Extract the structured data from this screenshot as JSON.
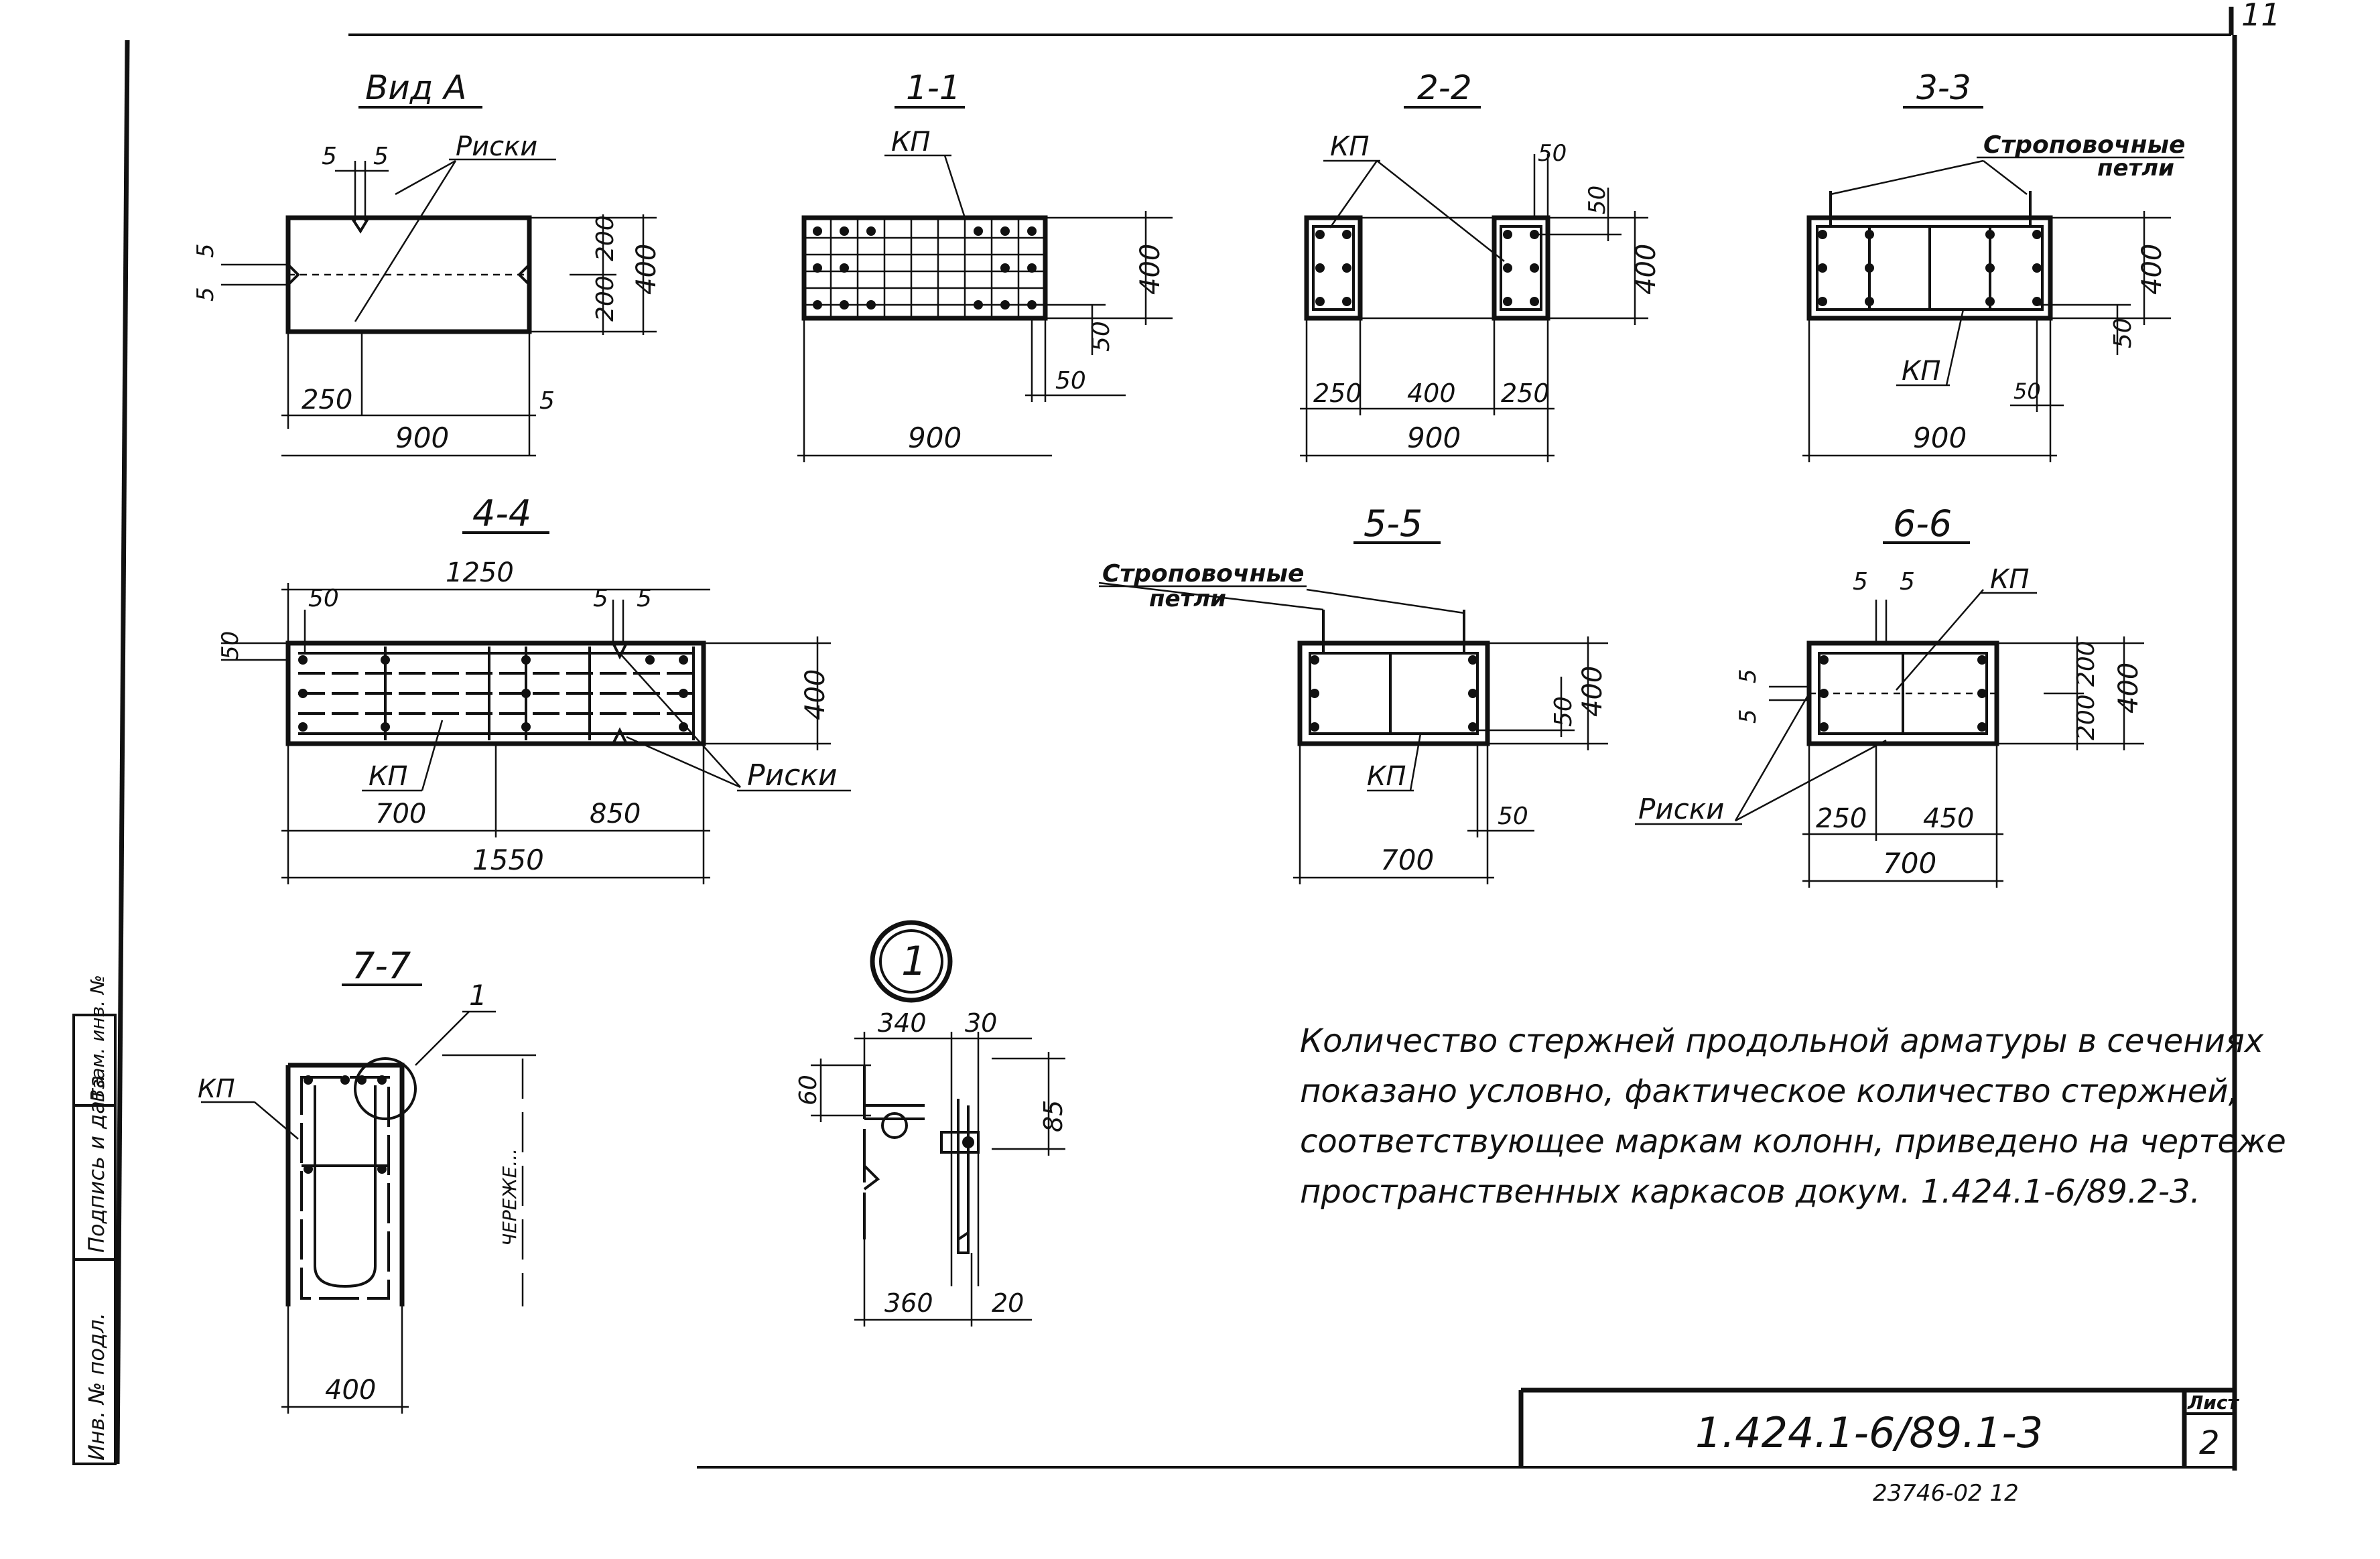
{
  "sheet_corner": "11",
  "sections": {
    "vid_a": {
      "title": "Вид А",
      "riski": "Риски",
      "d5a": "5",
      "d5b": "5",
      "d5c": "5",
      "d5d": "5",
      "d5e": "5",
      "d200a": "200",
      "d200b": "200",
      "d400": "400",
      "d250": "250",
      "d900": "900"
    },
    "s1": {
      "title": "1-1",
      "kp": "КП",
      "d400": "400",
      "d50a": "50",
      "d50b": "50",
      "d900": "900"
    },
    "s2": {
      "title": "2-2",
      "kp": "КП",
      "d50a": "50",
      "d50b": "50",
      "d400v": "400",
      "d250a": "250",
      "d400": "400",
      "d250b": "250",
      "d900": "900"
    },
    "s3": {
      "title": "3-3",
      "loops1": "Строповочные",
      "loops2": "петли",
      "kp": "КП",
      "d400": "400",
      "d50a": "50",
      "d50b": "50",
      "d900": "900"
    },
    "s4": {
      "title": "4-4",
      "d1250": "1250",
      "d50a": "50",
      "d5a": "5",
      "d5b": "5",
      "d50b": "50",
      "d400": "400",
      "kp": "КП",
      "riski": "Риски",
      "d700": "700",
      "d850": "850",
      "d1550": "1550"
    },
    "s5": {
      "title": "5-5",
      "loops1": "Строповочные",
      "loops2": "петли",
      "d400": "400",
      "d50a": "50",
      "kp": "КП",
      "d50b": "50",
      "d700": "700"
    },
    "s6": {
      "title": "6-6",
      "d5a": "5",
      "d5b": "5",
      "kp": "КП",
      "d5c": "5",
      "d5d": "5",
      "d200a": "200",
      "d200b": "200",
      "d400": "400",
      "riski": "Риски",
      "d250": "250",
      "d450": "450",
      "d700": "700"
    },
    "s7": {
      "title": "7-7",
      "callout": "1",
      "kp": "КП",
      "d400": "400",
      "faded": "ЧЕРЕЖЕ..."
    },
    "node1": {
      "label": "1",
      "d340": "340",
      "d30": "30",
      "d60": "60",
      "d85": "85",
      "d360": "360",
      "d20": "20"
    }
  },
  "note": [
    "Количество стержней продольной арматуры в сечениях",
    "показано условно, фактическое количество стержней,",
    "соответствующее маркам колонн, приведено на чертеже",
    "пространственных каркасов докум. 1.424.1-6/89.2-3."
  ],
  "title_block": {
    "designation": "1.424.1-6/89.1-3",
    "sheet_label": "Лист",
    "sheet_no": "2"
  },
  "stamp": "23746-02   12",
  "left_strip": [
    "Инв. № подл.",
    "Подпись и дата",
    "Взам. инв. №"
  ]
}
